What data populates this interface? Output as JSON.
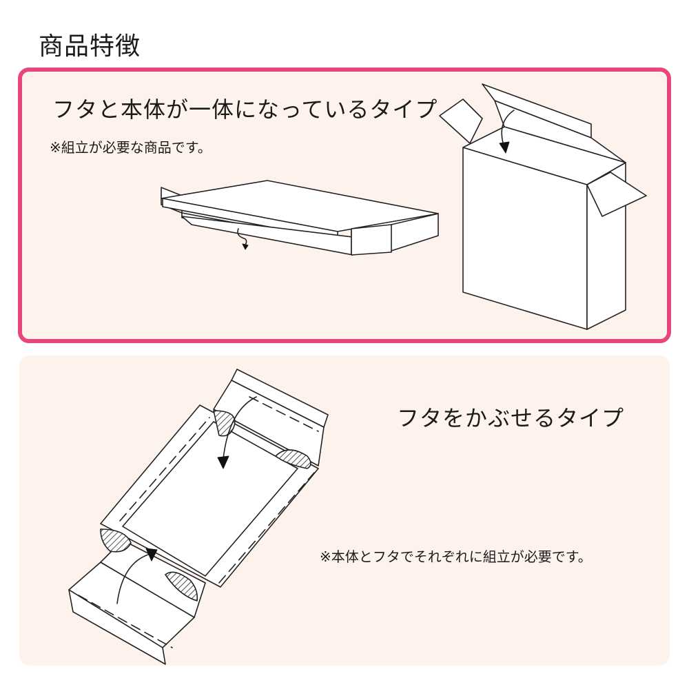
{
  "page": {
    "title": "商品特徴"
  },
  "section_one_piece": {
    "heading": "フタと本体が一体になっているタイプ",
    "note": "※組立が必要な商品です。",
    "accent_color": "#e8457b",
    "background_color": "#fdf3ec"
  },
  "section_lid_cover": {
    "heading": "フタをかぶせるタイプ",
    "note": "※本体とフタでそれぞれに組立が必要です。",
    "background_color": "#fdf3ec"
  }
}
